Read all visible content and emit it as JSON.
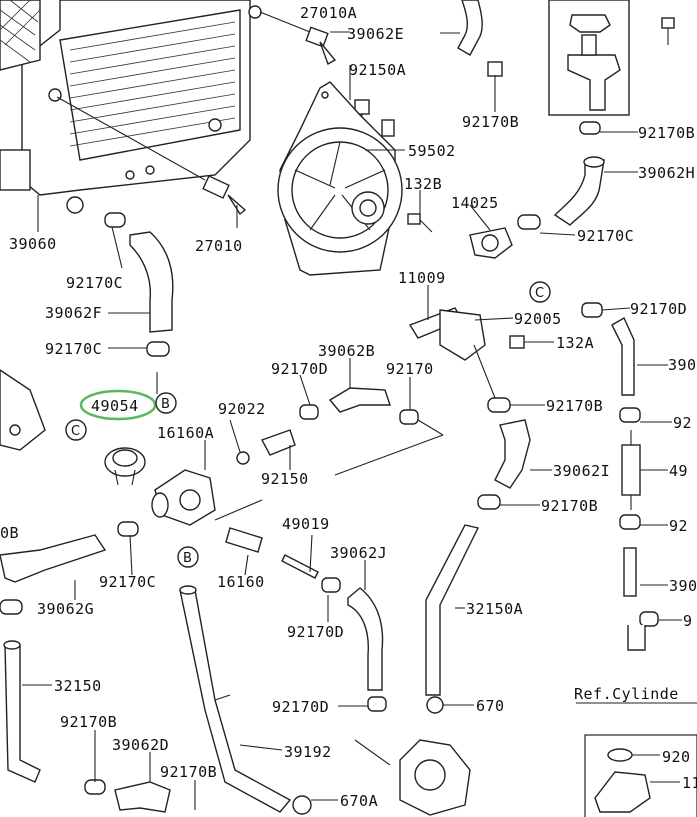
{
  "labels": {
    "l27010A": "27010A",
    "l39062E": "39062E",
    "l92150A": "92150A",
    "l92170B_top": "92170B",
    "l92170B_right": "92170B",
    "l59502": "59502",
    "l132B": "132B",
    "l14025": "14025",
    "l39062H": "39062H",
    "l92170C_right": "92170C",
    "l39060": "39060",
    "l27010": "27010",
    "l92170C_a": "92170C",
    "l11009": "11009",
    "l92170D_right": "92170D",
    "l39062F": "39062F",
    "l92005": "92005",
    "l132A": "132A",
    "l92170C_b": "92170C",
    "l39062B": "39062B",
    "l92170D_mid": "92170D",
    "l92170_mid": "92170",
    "l39_right": "390",
    "l49054": "49054",
    "l92022": "92022",
    "l92170B_mid": "92170B",
    "l92_right": "92",
    "l16160A": "16160A",
    "l39062I": "39062I",
    "l92150": "92150",
    "l49_right": "49",
    "l92170B_lower": "92170B",
    "l0B": "0B",
    "l49019": "49019",
    "l92_right2": "92",
    "l39062J": "39062J",
    "l92170C_c": "92170C",
    "l16160": "16160",
    "l39062G": "39062G",
    "l32150A": "32150A",
    "l390_right2": "390",
    "l92170D_low": "92170D",
    "l9_right": "9",
    "l32150": "32150",
    "l670": "670",
    "lRef": "Ref.Cylinde",
    "l92170B_bl": "92170B",
    "l92170D_bottom": "92170D",
    "l39062D": "39062D",
    "l39192": "39192",
    "l92170B_bottom": "92170B",
    "l920_right": "920",
    "l670A": "670A",
    "l11_right": "11"
  },
  "callouts": {
    "B1": "B",
    "B2": "B",
    "C1": "C",
    "C2": "C"
  },
  "highlight": {
    "part": "49054",
    "color": "#5cb85c"
  }
}
